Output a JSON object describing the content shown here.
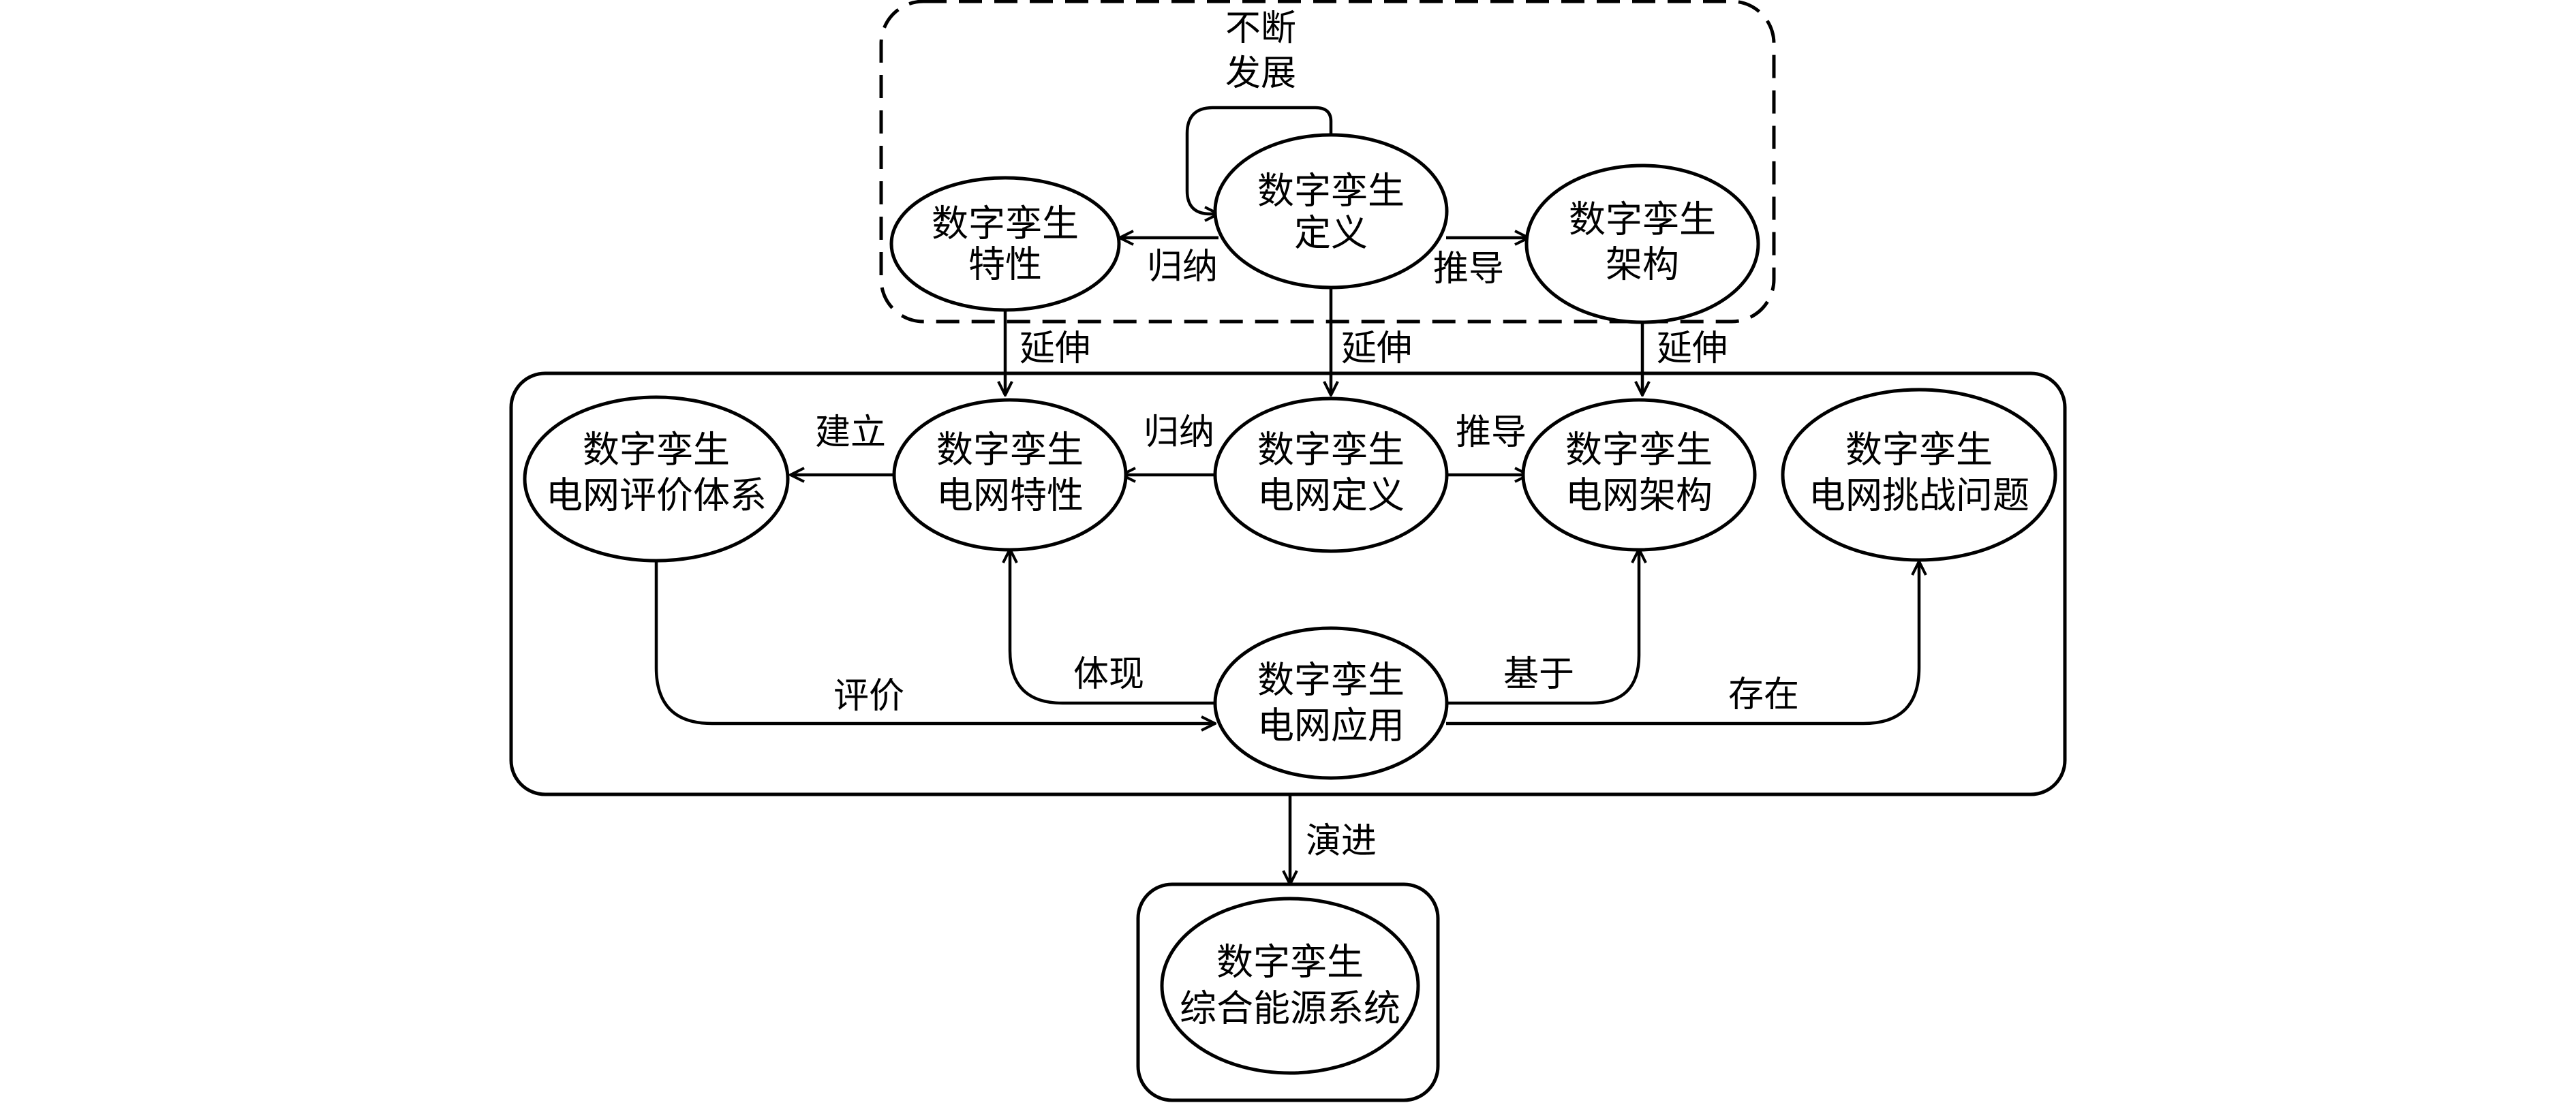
{
  "nodes": {
    "dt_characteristics": [
      "数字孪生",
      "特性"
    ],
    "dt_definition": [
      "数字孪生",
      "定义"
    ],
    "dt_architecture": [
      "数字孪生",
      "架构"
    ],
    "grid_evaluation_system": [
      "数字孪生",
      "电网评价体系"
    ],
    "grid_characteristics": [
      "数字孪生",
      "电网特性"
    ],
    "grid_definition": [
      "数字孪生",
      "电网定义"
    ],
    "grid_architecture": [
      "数字孪生",
      "电网架构"
    ],
    "grid_challenges": [
      "数字孪生",
      "电网挑战问题"
    ],
    "grid_application": [
      "数字孪生",
      "电网应用"
    ],
    "integrated_energy_system": [
      "数字孪生",
      "综合能源系统"
    ]
  },
  "edges": {
    "continuous_development": [
      "不断",
      "发展"
    ],
    "induce_top": "归纳",
    "derive_top": "推导",
    "extend_left": "延伸",
    "extend_center": "延伸",
    "extend_right": "延伸",
    "establish": "建立",
    "induce_grid": "归纳",
    "derive_grid": "推导",
    "evaluate": "评价",
    "embody": "体现",
    "based_on": "基于",
    "exists": "存在",
    "evolve": "演进"
  }
}
